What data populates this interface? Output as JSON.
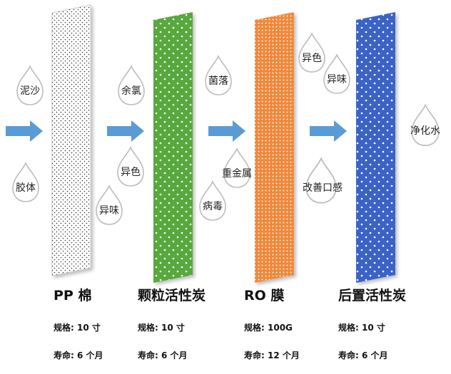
{
  "colors": {
    "stage1": "#ffffff",
    "stage2": "#58a83c",
    "stage3": "#f0883a",
    "stage4": "#3b63c4",
    "arrow": "#5b9bd5",
    "drop_stroke": "#bdbdbd"
  },
  "stages": [
    {
      "title": "PP 棉",
      "spec_label": "规格:",
      "spec_value": "10 寸",
      "life_label": "寿命:",
      "life_value": "6 个月",
      "contaminants": [
        "泥沙",
        "胶体",
        "异味"
      ]
    },
    {
      "title": "颗粒活性炭",
      "spec_label": "规格:",
      "spec_value": "10 寸",
      "life_label": "寿命:",
      "life_value": "6 个月",
      "contaminants": [
        "余氯",
        "异色",
        "病毒"
      ]
    },
    {
      "title": "RO 膜",
      "spec_label": "规格:",
      "spec_value": "100G",
      "life_label": "寿命:",
      "life_value": "12 个月",
      "contaminants": [
        "菌落",
        "重金属",
        "异色",
        "异味"
      ]
    },
    {
      "title": "后置活性炭",
      "spec_label": "规格:",
      "spec_value": "10 寸",
      "life_label": "寿命:",
      "life_value": "6 个月",
      "contaminants": [
        "改善口感"
      ]
    }
  ],
  "output": "净化水"
}
